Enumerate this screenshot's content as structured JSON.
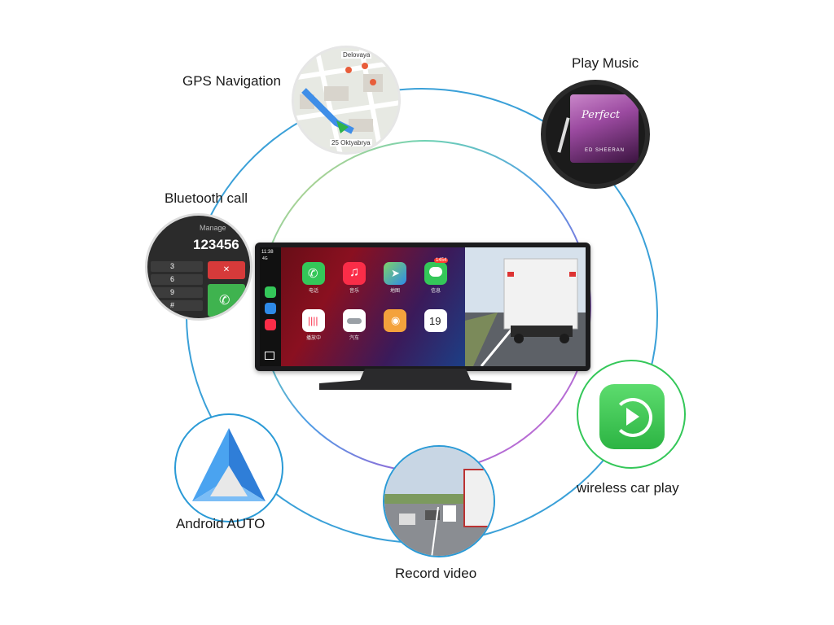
{
  "features": {
    "gps": {
      "label": "GPS Navigation",
      "map_street_top": "Delovaya",
      "map_street_bottom": "25 Oktyabrya"
    },
    "music": {
      "label": "Play Music",
      "album_title": "Perfect",
      "album_subtitle": "ED SHEERAN"
    },
    "bluetooth": {
      "label": "Bluetooth call",
      "header": "Manage",
      "number": "123456",
      "keys": [
        "3",
        "6",
        "9",
        "#"
      ]
    },
    "android": {
      "label": "Android AUTO"
    },
    "record": {
      "label": "Record video"
    },
    "carplay": {
      "label": "wireless car play"
    }
  },
  "device": {
    "status_time": "11:38",
    "status_network": "4G",
    "apps": [
      {
        "label": "电话",
        "icon": "phone-icon",
        "color": "#34c759"
      },
      {
        "label": "音乐",
        "icon": "music-note-icon",
        "color": "#fa2d48"
      },
      {
        "label": "地图",
        "icon": "maps-icon",
        "color": "#2e8ae6"
      },
      {
        "label": "信息",
        "icon": "message-icon",
        "color": "#34c759",
        "badge": "1454"
      },
      {
        "label": "播放中",
        "icon": "now-playing-icon",
        "color": "#ffffff"
      },
      {
        "label": "汽车",
        "icon": "car-icon",
        "color": "#ffffff"
      },
      {
        "label": "",
        "icon": "podcast-icon",
        "color": "#f4a23c"
      },
      {
        "label": "",
        "icon": "calendar-icon",
        "color": "#ffffff",
        "date": "19"
      }
    ]
  },
  "colors": {
    "outer_ring": "#2a9ad6",
    "inner_ring": "#8a4fc2",
    "carplay_green": "#34c759",
    "android_blue": "#4aa3f0",
    "music_purple": "#6a2a6e"
  }
}
